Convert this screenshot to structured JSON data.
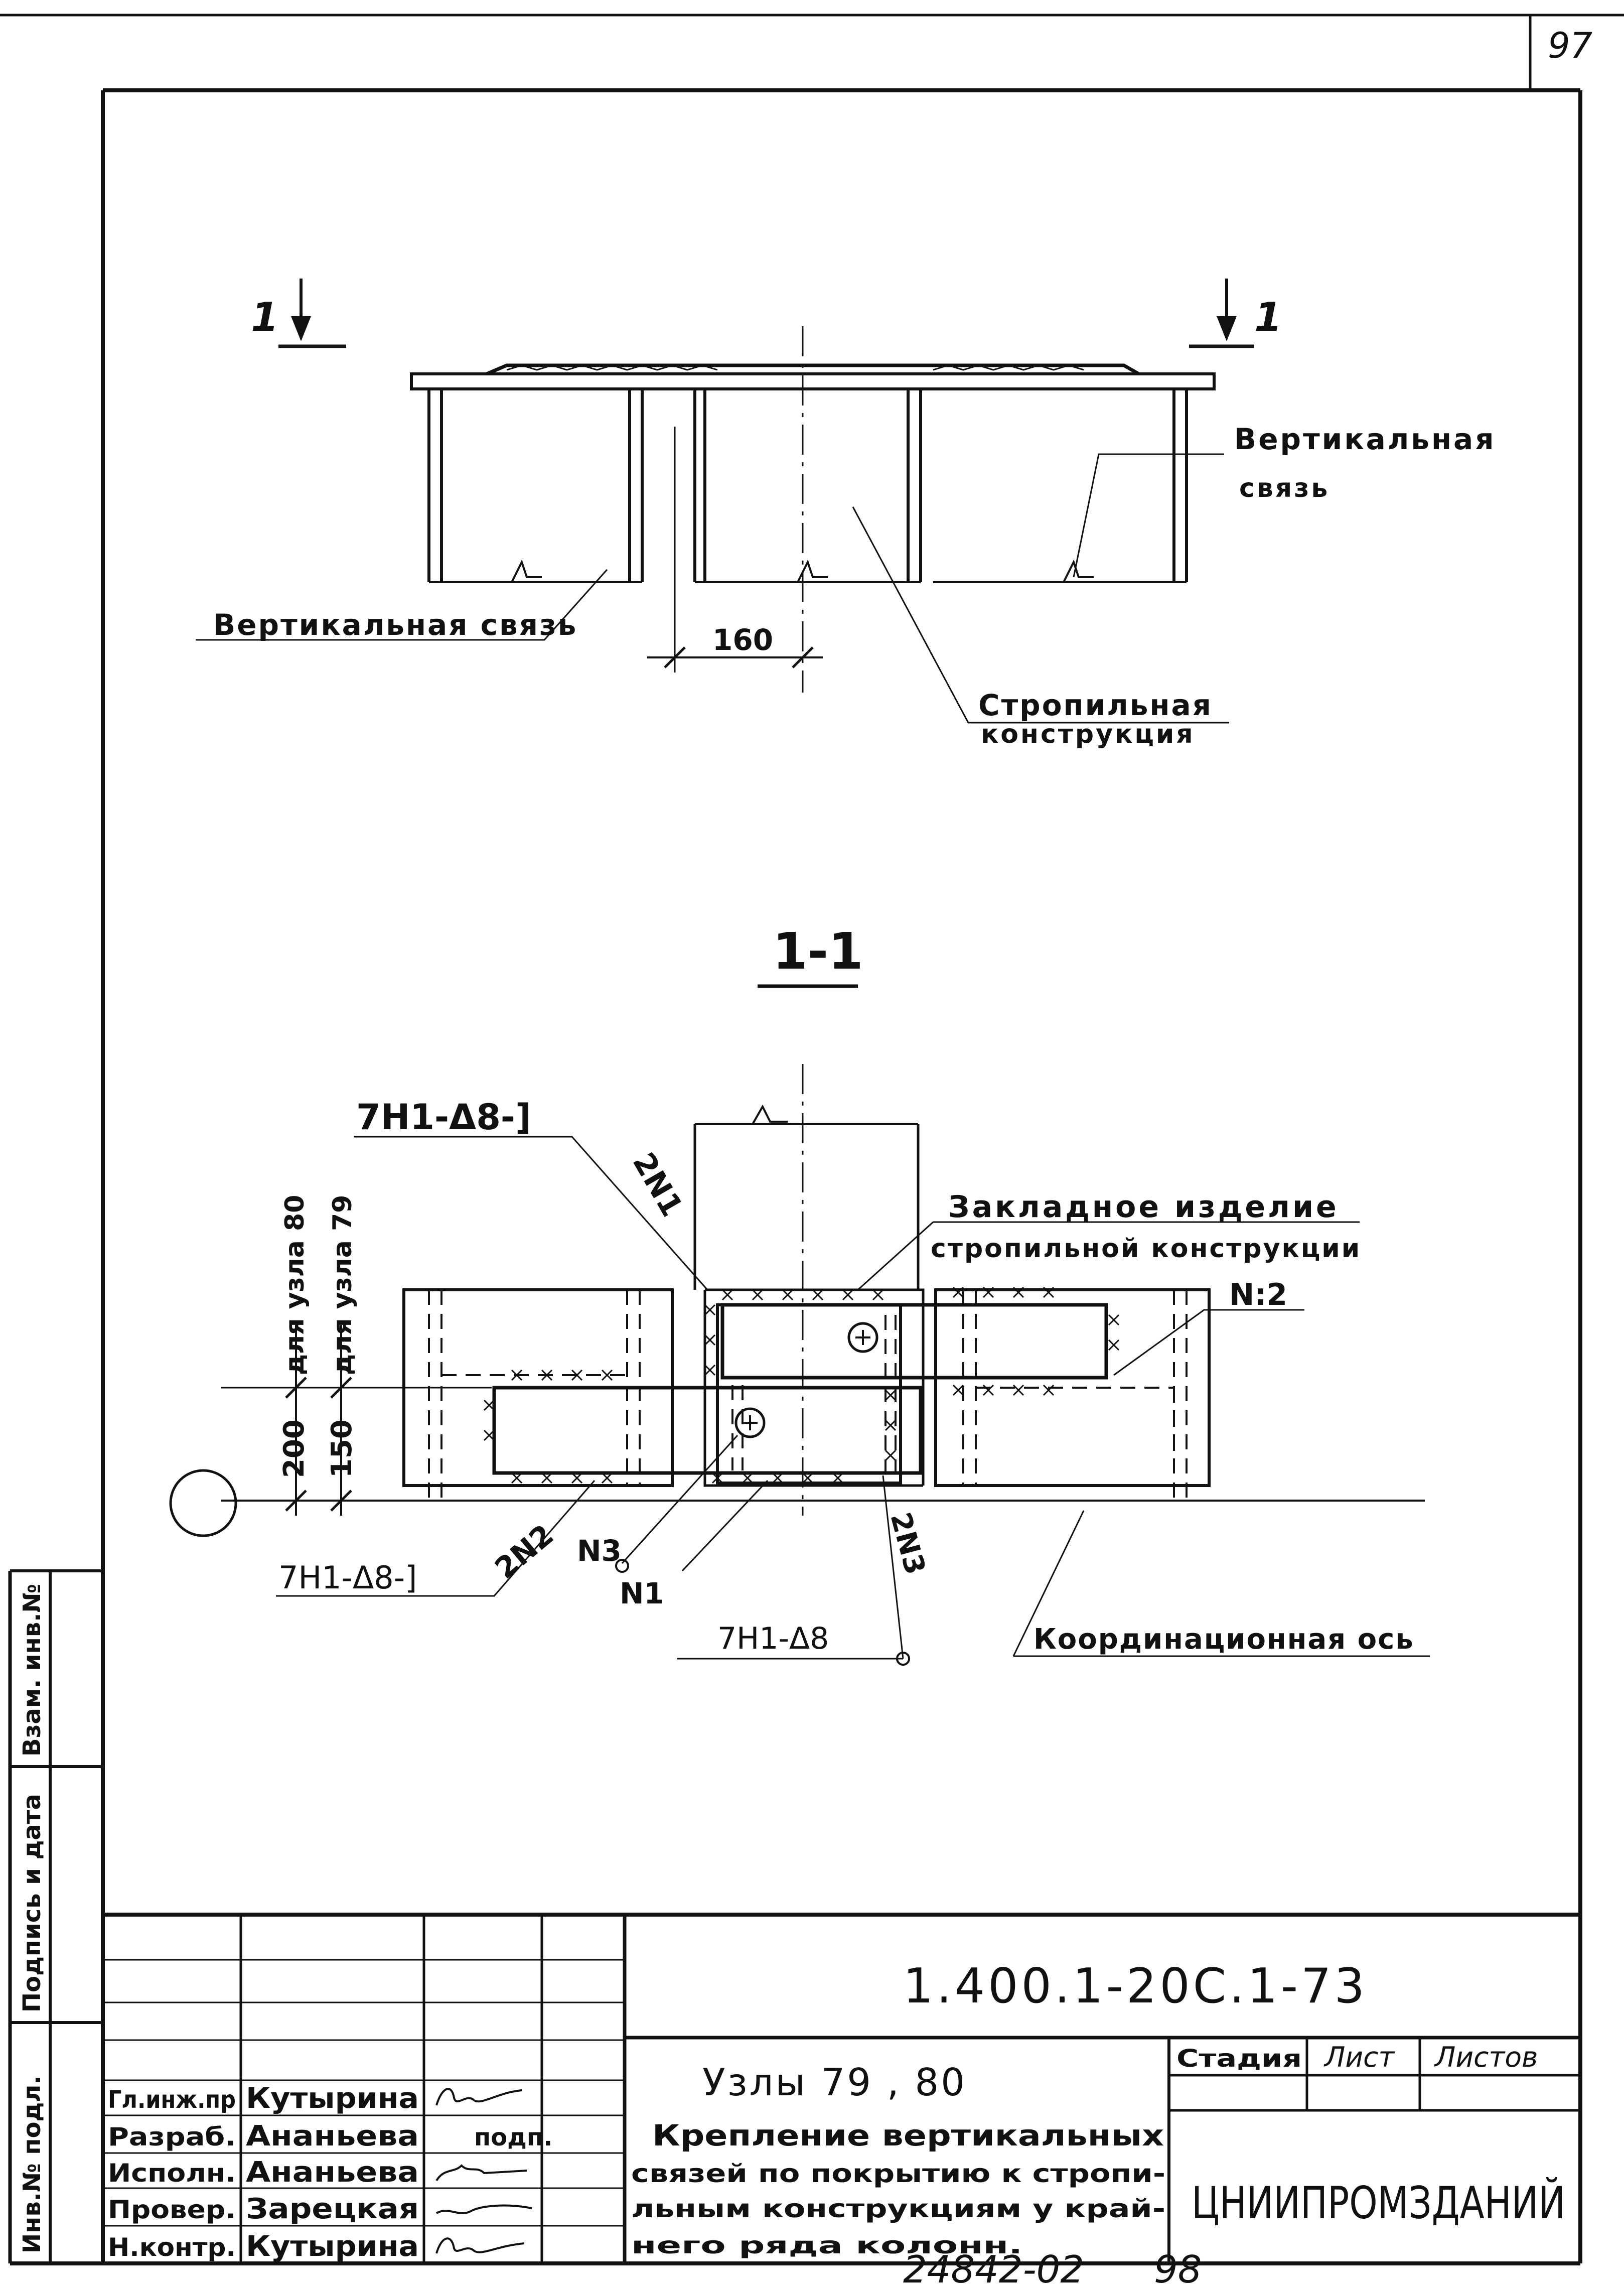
{
  "page": {
    "corner_number": "97",
    "bottom_code": "24842-02",
    "bottom_number": "98"
  },
  "plan_view": {
    "section_mark_left": "1",
    "section_mark_right": "1",
    "label_vertical_brace_right_line1": "Вертикальная",
    "label_vertical_brace_right_line2": "связь",
    "label_vertical_brace_left": "Вертикальная связь",
    "dimension_160": "160",
    "label_rafter_line1": "Стропильная",
    "label_rafter_line2": "конструкция"
  },
  "section_view": {
    "title": "1-1",
    "weld_top_left": "7Н1-Δ8-]",
    "pos_2N1": "2N1",
    "embedded_line1": "Закладное изделие",
    "embedded_line2": "стропильной конструкции",
    "n2": "N:2",
    "for_node_80": "для узла 80",
    "for_node_79": "для узла 79",
    "dim_200": "200",
    "dim_150": "150",
    "weld_bottom_left": "7Н1-Δ8-]",
    "pos_2N2": "2N2",
    "n3": "N3",
    "n1": "N1",
    "pos_2N3": "2N3",
    "weld_bottom": "7Н1-Δ8",
    "coord_axis": "Координационная ось"
  },
  "side_stamp": {
    "col1": "Инв.№ подл.",
    "col2": "Подпись и дата",
    "col3": "Взам. инв.№"
  },
  "title_block": {
    "doc_code": "1.400.1-20С.1-73",
    "roles": [
      "Гл.инж.пр",
      "Разраб.",
      "Исполн.",
      "Провер.",
      "Н.контр."
    ],
    "names": [
      "Кутырина",
      "Ананьева",
      "Ананьева",
      "Зарецкая",
      "Кутырина"
    ],
    "sign_podp": "подп.",
    "nodes": "Узлы 79 , 80",
    "desc_line1": "Крепление вертикальных",
    "desc_line2": "связей по покрытию к стропи-",
    "desc_line3": "льным конструкциям у край-",
    "desc_line4": "него ряда колонн.",
    "stage": "Стадия",
    "sheet": "Лист",
    "sheets": "Листов",
    "org": "ЦНИИПРОМЗДАНИЙ"
  }
}
